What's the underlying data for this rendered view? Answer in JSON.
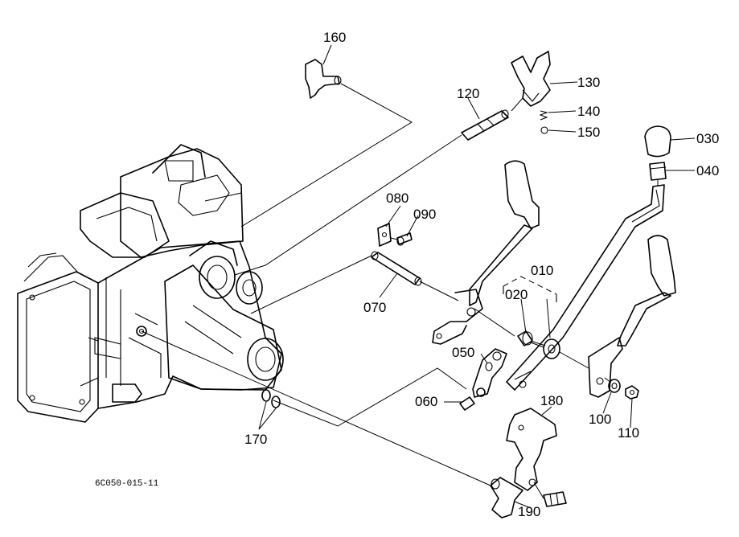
{
  "diagram": {
    "reference_code": "6C050-015-11",
    "part_labels": {
      "p160": "160",
      "p120": "120",
      "p130": "130",
      "p140": "140",
      "p150": "150",
      "p030": "030",
      "p040": "040",
      "p080": "080",
      "p090": "090",
      "p010": "010",
      "p020": "020",
      "p070": "070",
      "p050": "050",
      "p060": "060",
      "p180": "180",
      "p100": "100",
      "p110": "110",
      "p170": "170",
      "p190": "190"
    }
  }
}
